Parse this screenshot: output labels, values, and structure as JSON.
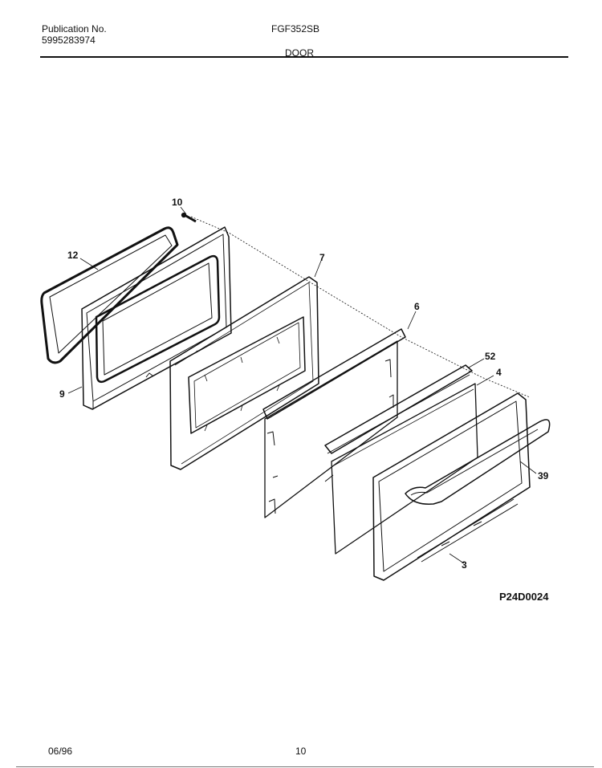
{
  "header": {
    "publication_label": "Publication No.",
    "publication_number": "5995283974",
    "model": "FGF352SB",
    "section": "DOOR"
  },
  "diagram": {
    "parts": [
      {
        "id": "p10",
        "label": "10",
        "part": "screw"
      },
      {
        "id": "p12",
        "label": "12",
        "part": "gasket"
      },
      {
        "id": "p9",
        "label": "9",
        "part": "inner-door-liner"
      },
      {
        "id": "p7",
        "label": "7",
        "part": "insulation-frame"
      },
      {
        "id": "p6",
        "label": "6",
        "part": "door-panel-with-hinges"
      },
      {
        "id": "p52",
        "label": "52",
        "part": "trim-strip"
      },
      {
        "id": "p4",
        "label": "4",
        "part": "glass-panel"
      },
      {
        "id": "p39",
        "label": "39",
        "part": "handle"
      },
      {
        "id": "p3",
        "label": "3",
        "part": "outer-door-frame"
      }
    ],
    "figure_code": "P24D0024"
  },
  "footer": {
    "date": "06/96",
    "page": "10"
  }
}
